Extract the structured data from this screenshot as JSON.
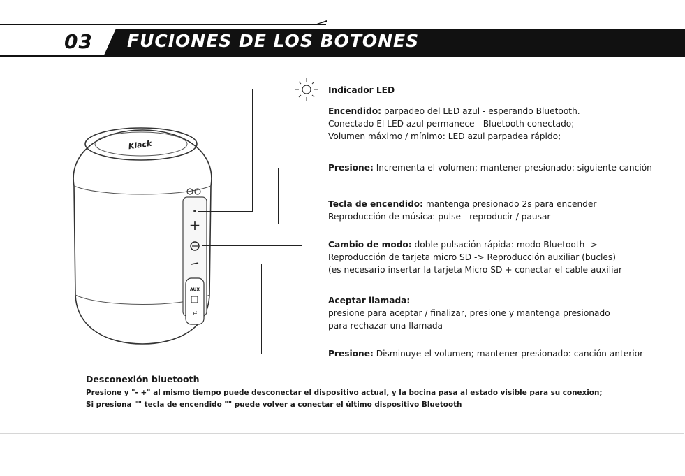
{
  "header": {
    "section_number": "03",
    "title": "FUCIONES DE LOS BOTONES"
  },
  "speaker": {
    "brand_logo": "Klack",
    "aux_label": "AUX"
  },
  "led": {
    "title": "Indicador LED",
    "line1_label": "Encendido:",
    "line1_text": " parpadeo del LED azul - esperando Bluetooth.",
    "line2": "Conectado El LED azul permanece - Bluetooth conectado;",
    "line3": "Volumen máximo / mínimo: LED azul parpadea rápido;"
  },
  "volume_up": {
    "label": "Presione:",
    "text": " Incrementa el volumen; mantener presionado: siguiente canción"
  },
  "power_key": {
    "label": "Tecla de encendido:",
    "text": " mantenga presionado 2s para encender",
    "line2": "Reproducción de música: pulse - reproducir / pausar"
  },
  "mode_change": {
    "label": "Cambio de modo:",
    "text": " doble pulsación rápida: modo Bluetooth ->",
    "line2": "Reproducción de tarjeta micro SD -> Reproducción auxiliar (bucles)",
    "line3": "(es necesario insertar la tarjeta Micro SD + conectar el cable auxiliar"
  },
  "accept_call": {
    "label": "Aceptar llamada:",
    "line1": "presione para aceptar / finalizar, presione y mantenga presionado",
    "line2": "para rechazar una llamada"
  },
  "volume_down": {
    "label": "Presione:",
    "text": " Disminuye el volumen; mantener presionado: canción anterior"
  },
  "disconnect": {
    "title": "Desconexión bluetooth",
    "line1": "Presione y \"- +\" al mismo tiempo puede desconectar el dispositivo actual, y la bocina pasa al estado visible para su conexion;",
    "line2": "Si presiona \"\" tecla de encendido \"\" puede volver a conectar el último dispositivo Bluetooth"
  }
}
